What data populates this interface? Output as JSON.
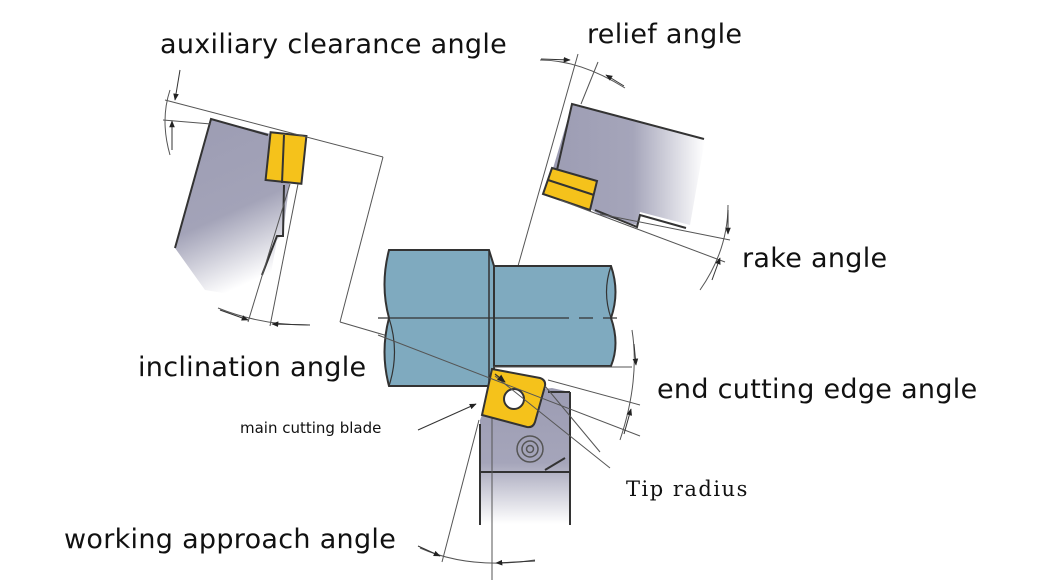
{
  "title": "Turning tool geometry angles",
  "labels": {
    "auxiliary_clearance_angle": "auxiliary clearance angle",
    "relief_angle": "relief angle",
    "rake_angle": "rake angle",
    "inclination_angle": "inclination angle",
    "end_cutting_edge_angle": "end cutting edge angle",
    "main_cutting_blade": "main cutting blade",
    "tip_radius": "Tip radius",
    "working_approach_angle": "working approach angle"
  },
  "colors": {
    "workpiece": "#7faabf",
    "insert": "#f5c21b",
    "holder": "#a3a3b8",
    "line": "#333333",
    "text": "#111111"
  }
}
